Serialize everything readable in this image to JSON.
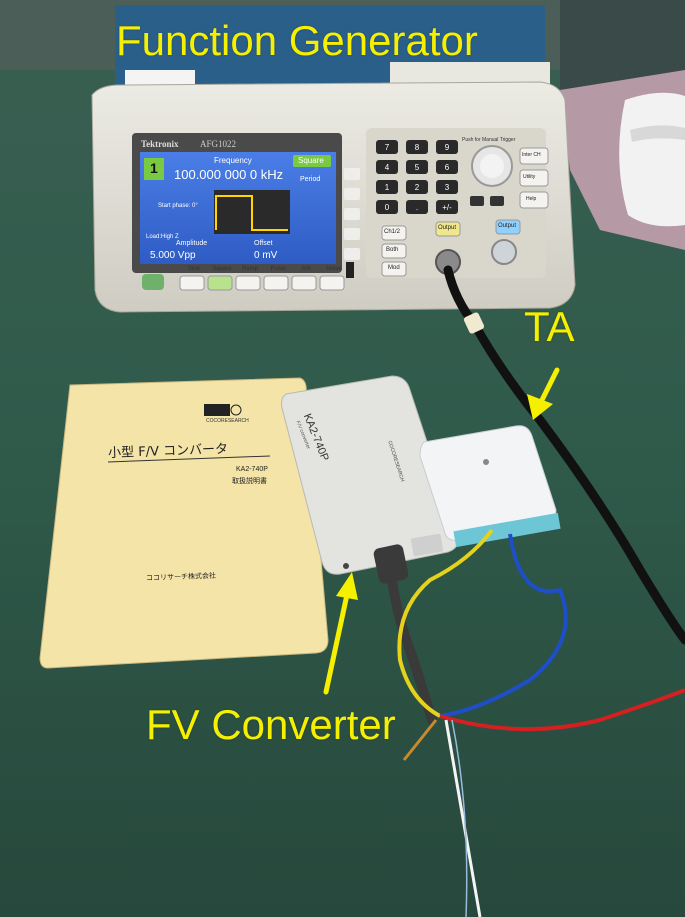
{
  "colors": {
    "label": "#f5f000",
    "table": "#2f5a4a",
    "instrument_body": "#dedbd1",
    "screen": "#3a6bd8",
    "manual": "#f4e4a8",
    "converter": "#e3e3df",
    "ta_box": "#f2f4f6"
  },
  "labels": {
    "function_generator": "Function Generator",
    "ta": "TA",
    "fv_converter": "FV Converter"
  },
  "device": {
    "brand": "Tektronix",
    "model": "AFG1022",
    "frequency_title": "Frequency",
    "frequency_value": "100.000 000 0 kHz",
    "channel": "1",
    "mode": "Square",
    "period_label": "Period",
    "start_phase": "Start phase: 0°",
    "amplitude_title": "Amplitude",
    "offset_title": "Offset",
    "amplitude_value": "5.000 Vpp",
    "offset_value": "0 mV",
    "load_text": "Load:High Z",
    "keypad": [
      "7",
      "8",
      "9",
      "4",
      "5",
      "6",
      "1",
      "2",
      "3",
      "0",
      ".",
      "+/-"
    ],
    "buttons": {
      "ch12": "Ch1/2",
      "both": "Both",
      "mod": "Mod",
      "output": "Output",
      "inter_ch": "Inter CH",
      "utility": "Utility",
      "help": "Help"
    },
    "waveforms": [
      "Sine",
      "Square",
      "Ramp",
      "Pulse",
      "Arb",
      "Noise"
    ],
    "knob_caption": "Push for Manual Trigger"
  },
  "manual": {
    "title": "小型 F/V コンバータ",
    "model": "KA2-740P",
    "subtitle": "取扱説明書",
    "company": "ココリサーチ株式会社",
    "logo_text": "COCORESEARCH"
  },
  "converter": {
    "model": "KA2-740P",
    "subtitle": "F/V converter",
    "brand": "COCORESEARCH"
  }
}
